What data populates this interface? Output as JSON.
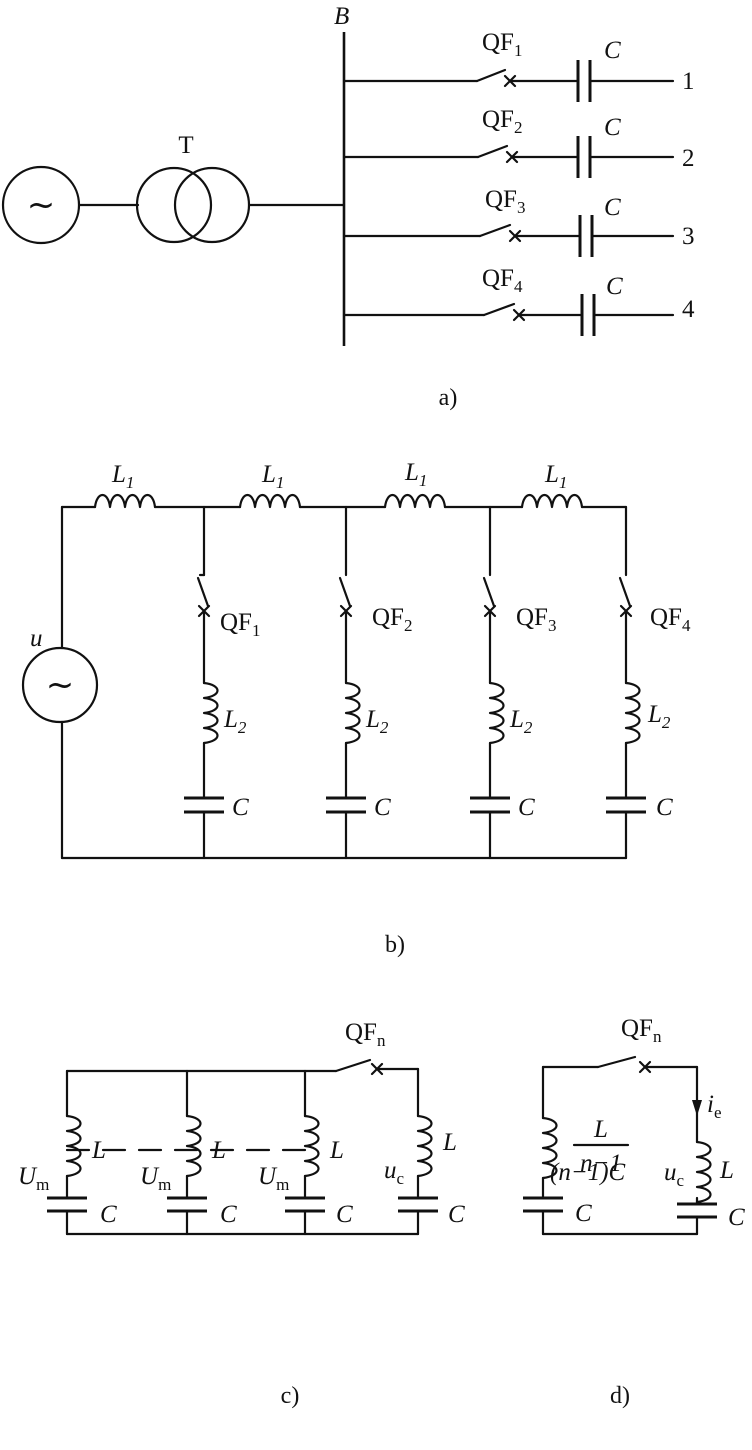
{
  "panel_a": {
    "caption": "a)",
    "bus": "B",
    "transformer": "T",
    "breakers": [
      "QF",
      "QF",
      "QF",
      "QF"
    ],
    "breaker_subs": [
      "1",
      "2",
      "3",
      "4"
    ],
    "cap": "C",
    "outputs": [
      "1",
      "2",
      "3",
      "4"
    ]
  },
  "panel_b": {
    "caption": "b)",
    "source": "u",
    "L1": "L",
    "L1_sub": "1",
    "breakers": [
      "QF",
      "QF",
      "QF",
      "QF"
    ],
    "breaker_subs": [
      "1",
      "2",
      "3",
      "4"
    ],
    "L2": "L",
    "L2_sub": "2",
    "cap": "C"
  },
  "panel_c": {
    "caption": "c)",
    "breaker": "QF",
    "breaker_sub": "n",
    "L": "L",
    "Um": "U",
    "Um_sub": "m",
    "uc": "u",
    "uc_sub": "c",
    "cap": "C"
  },
  "panel_d": {
    "caption": "d)",
    "breaker": "QF",
    "breaker_sub": "n",
    "frac_num": "L",
    "frac_den": "n−1",
    "eq_cap": "(n−1)C",
    "ie": "i",
    "ie_sub": "e",
    "L": "L",
    "uc": "u",
    "uc_sub": "c",
    "cap": "C"
  }
}
